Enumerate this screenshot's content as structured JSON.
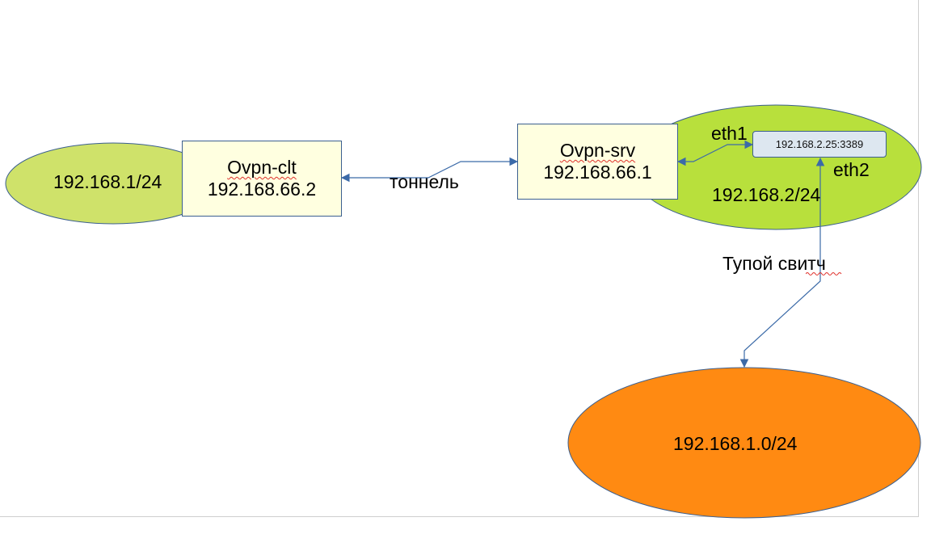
{
  "nodes": {
    "left_net": {
      "label": "192.168.1/24",
      "color": "#cfe26a"
    },
    "client": {
      "name": "Ovpn-clt",
      "ip": "192.168.66.2",
      "fill": "#ffffe0"
    },
    "server": {
      "name": "Ovpn-srv",
      "ip": "192.168.66.1",
      "fill": "#ffffe0"
    },
    "right_net": {
      "label": "192.168.2/24",
      "color": "#b8e03c"
    },
    "forward": {
      "label": "192.168.2.25:3389",
      "fill": "#dde7f0"
    },
    "bottom_net": {
      "label": "192.168.1.0/24",
      "color": "#ff8a12"
    }
  },
  "labels": {
    "tunnel": "тоннель",
    "eth1": "eth1",
    "eth2": "eth2",
    "switch": "Тупой свитч"
  },
  "colors": {
    "connector": "#3b6aa8",
    "box_border": "#3b5f8f",
    "spellcheck": "#e0302a"
  }
}
